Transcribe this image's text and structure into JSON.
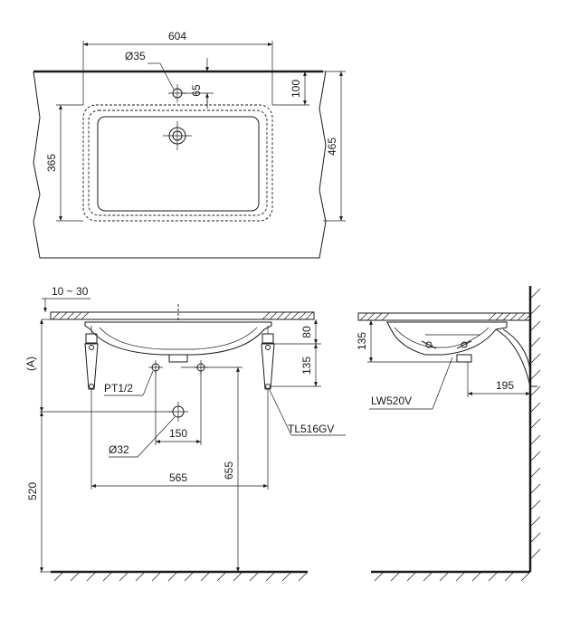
{
  "plan_view": {
    "width_label": "604",
    "drain_dia_label": "Ø35",
    "drain_offset_label": "65",
    "counter_edge_label": "100",
    "bowl_depth_label": "365",
    "counter_depth_label": "465"
  },
  "front_view": {
    "clearance_label": "10 ~ 30",
    "bracket_height_label": "80",
    "bracket_drop_label": "135",
    "pipe_thread_label": "PT1/2",
    "supply_spacing_label": "150",
    "waste_dia_label": "Ø32",
    "bracket_spacing_label": "565",
    "floor_to_waste_label": "655",
    "mount_height_label": "520",
    "reference_label": "(A)",
    "bracket_model_label": "TL516GV"
  },
  "side_view": {
    "drop_label": "135",
    "projection_label": "195",
    "trap_model_label": "LW520V"
  }
}
